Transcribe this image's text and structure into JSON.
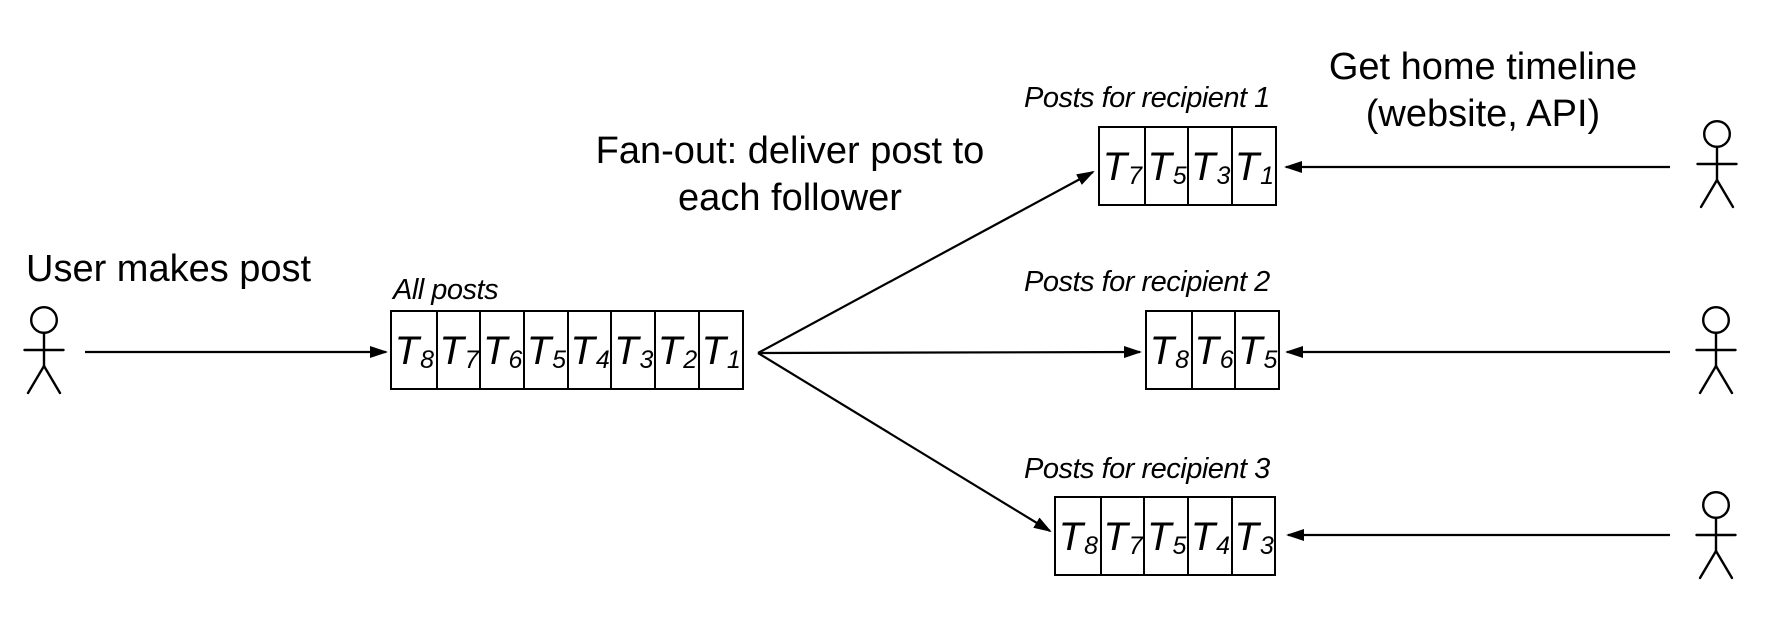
{
  "diagram": {
    "background_color": "#ffffff",
    "line_color": "#000000",
    "labels": {
      "user_action": "User makes post",
      "fanout_line1": "Fan-out: deliver post to",
      "fanout_line2": "each follower",
      "home_timeline_line1": "Get home timeline",
      "home_timeline_line2": "(website, API)"
    },
    "queues": {
      "all_posts": {
        "label": "All posts",
        "cells": [
          "T8",
          "T7",
          "T6",
          "T5",
          "T4",
          "T3",
          "T2",
          "T1"
        ]
      },
      "recipient1": {
        "label": "Posts for recipient 1",
        "cells": [
          "T7",
          "T5",
          "T3",
          "T1"
        ]
      },
      "recipient2": {
        "label": "Posts for recipient 2",
        "cells": [
          "T8",
          "T6",
          "T5"
        ]
      },
      "recipient3": {
        "label": "Posts for recipient 3",
        "cells": [
          "T8",
          "T7",
          "T5",
          "T4",
          "T3"
        ]
      }
    },
    "actors": [
      "posting-user",
      "timeline-reader-1",
      "timeline-reader-2",
      "timeline-reader-3"
    ]
  }
}
